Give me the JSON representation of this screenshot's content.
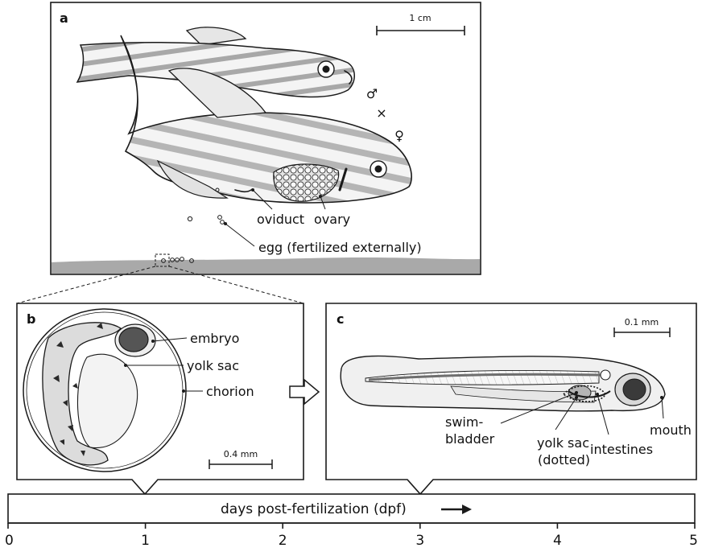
{
  "panels": {
    "a": {
      "letter": "a",
      "scale_label": "1 cm",
      "male_symbol": "♂",
      "cross_symbol": "×",
      "female_symbol": "♀",
      "labels": {
        "oviduct": "oviduct",
        "ovary": "ovary",
        "egg": "egg (fertilized externally)"
      }
    },
    "b": {
      "letter": "b",
      "scale_label": "0.4 mm",
      "labels": {
        "embryo": "embryo",
        "yolk_sac": "yolk sac",
        "chorion": "chorion"
      }
    },
    "c": {
      "letter": "c",
      "scale_label": "0.1 mm",
      "labels": {
        "swim_1": "swim-",
        "swim_2": "bladder",
        "yolk_1": "yolk sac",
        "yolk_2": "(dotted)",
        "intestines": "intestines",
        "mouth": "mouth"
      }
    }
  },
  "timeline": {
    "label": "days post-fertilization (dpf)",
    "arrow": "⟶",
    "ticks": [
      "0",
      "1",
      "2",
      "3",
      "4",
      "5"
    ],
    "callouts": [
      {
        "panel": "b",
        "day": 1
      },
      {
        "panel": "c",
        "day": 3
      }
    ]
  },
  "colors": {
    "ink": "#1a1a1a",
    "stripe_gray": "#9a9a9a",
    "light_gray": "#d4d4d4",
    "ground": "#8c8c8c",
    "eye_dark": "#3a3a3a"
  }
}
